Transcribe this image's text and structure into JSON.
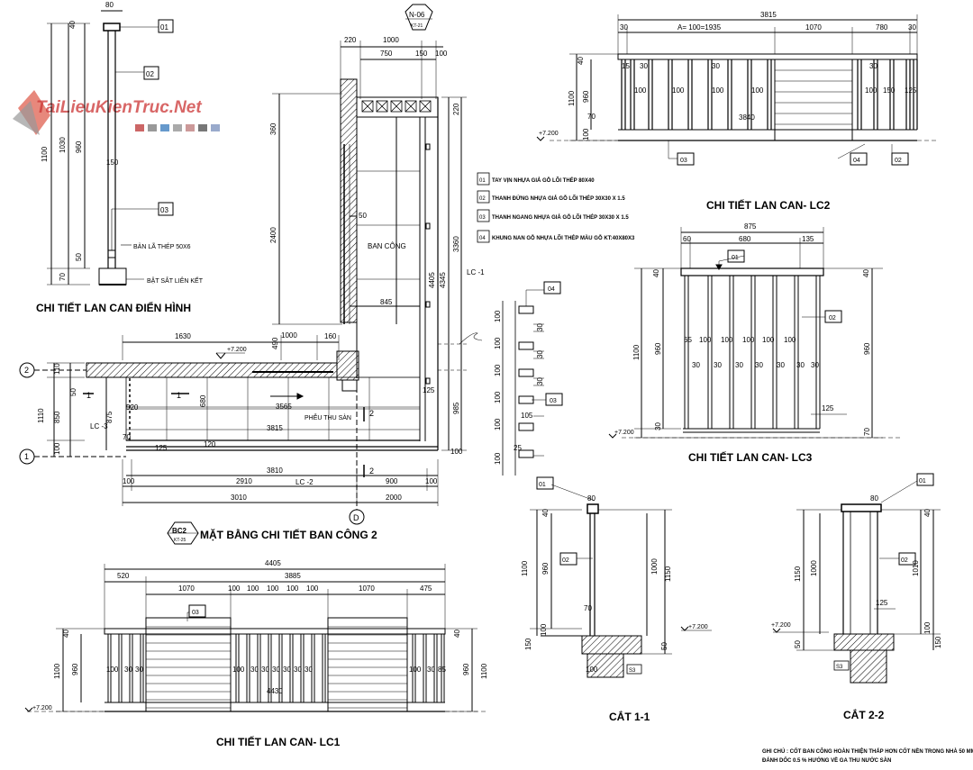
{
  "watermark": "TaiLieuKienTruc.Net",
  "titles": {
    "typical": "CHI TIẾT LAN CAN ĐIỂN HÌNH",
    "plan": "MẶT BẰNG CHI TIẾT BAN CÔNG 2",
    "lc1": "CHI TIẾT LAN CAN- LC1",
    "lc2": "CHI TIẾT LAN CAN- LC2",
    "lc3": "CHI TIẾT LAN CAN- LC3",
    "cut11": "CẮT 1-1",
    "cut22": "CẮT 2-2"
  },
  "plan_tag": {
    "top": "BC2",
    "bottom": "KT-25"
  },
  "hex_tag": {
    "top": "N-06",
    "bottom": "KT-21"
  },
  "legend": [
    {
      "num": "01",
      "text": "TAY VỊN NHỰA GIẢ GỖ LÕI THÉP 80X40"
    },
    {
      "num": "02",
      "text": "THANH ĐỨNG NHỰA GIẢ GỖ LÕI THÉP 30X30 X 1.5"
    },
    {
      "num": "03",
      "text": "THANH NGANG NHỰA GIẢ GỖ LÕI THÉP 30X30 X 1.5"
    },
    {
      "num": "04",
      "text": "KHUNG NAN GỖ NHỰA LÕI THÉP MÀU GỖ KT:40X80X3"
    }
  ],
  "typical": {
    "labels": [
      "01",
      "02",
      "03"
    ],
    "dims": [
      "80",
      "40",
      "1100",
      "1030",
      "960",
      "150",
      "50",
      "70"
    ],
    "notes": [
      "BẢN LÃ THÉP 50X6",
      "BẬT SẮT LIÊN KẾT"
    ]
  },
  "plan": {
    "grid": [
      "2",
      "1",
      "D"
    ],
    "room": "BAN CÔNG",
    "drain": "PHỄU THU SÀN",
    "level": "+7.200",
    "top_dims": [
      "220",
      "1000",
      "750",
      "150",
      "100"
    ],
    "right_dims": [
      "220",
      "360",
      "2400",
      "3360",
      "4405",
      "4345",
      "985",
      "125",
      "100"
    ],
    "mid_dims": [
      "1630",
      "1000",
      "490",
      "160",
      "845",
      "50"
    ],
    "left_dims": [
      "110",
      "50",
      "1110",
      "850",
      "875",
      "100"
    ],
    "inner_dims": [
      "520",
      "680",
      "3565",
      "3815",
      "70",
      "120",
      "125"
    ],
    "bottom_dims": [
      "3810",
      "100",
      "2910",
      "900",
      "100",
      "3010",
      "2000"
    ],
    "lc_labels": [
      "LC -1",
      "LC -2",
      "LC -3"
    ],
    "sections": [
      "1",
      "1",
      "2",
      "2"
    ]
  },
  "lc2": {
    "top": "3815",
    "row2": [
      "30",
      "A= 100=1935",
      "1070",
      "780",
      "30"
    ],
    "dims": [
      "15",
      "30",
      "100",
      "150",
      "125",
      "40",
      "1100",
      "960",
      "70",
      "3840",
      "100"
    ],
    "level": "+7.200",
    "labels": [
      "03",
      "04",
      "02"
    ]
  },
  "lc3": {
    "dims": [
      "875",
      "60",
      "680",
      "135",
      "40",
      "1100",
      "960",
      "65",
      "100",
      "30",
      "125",
      "70"
    ],
    "level": "+7.200",
    "labels": [
      "01",
      "02"
    ]
  },
  "vert_detail": {
    "dims": [
      "100",
      "30",
      "105",
      "25"
    ],
    "labels": [
      "04",
      "03"
    ]
  },
  "lc1": {
    "top": "4405",
    "row2": [
      "520",
      "3885"
    ],
    "row3": [
      "1070",
      "100",
      "1070",
      "475"
    ],
    "dims": [
      "40",
      "1100",
      "960",
      "100",
      "30",
      "85",
      "4430"
    ],
    "level": "+7.200",
    "labels": [
      "03"
    ]
  },
  "cut11": {
    "dims": [
      "80",
      "1100",
      "960",
      "1000",
      "1150",
      "70",
      "100",
      "150",
      "50",
      "40"
    ],
    "level": "+7.200",
    "labels": [
      "01",
      "02",
      "S3"
    ]
  },
  "cut22": {
    "dims": [
      "80",
      "1150",
      "1000",
      "1010",
      "125",
      "50",
      "150",
      "40",
      "100"
    ],
    "level": "+7.200",
    "labels": [
      "01",
      "02",
      "S3"
    ]
  },
  "footnote": [
    "GHI CHÚ : CỐT BAN CÔNG HOÀN THIỆN THẤP HƠN CỐT NỀN TRONG NHÀ 50 MM",
    "ĐÁNH DỐC 0.5 % HƯỚNG VỀ GA THU NƯỚC SÀN"
  ]
}
